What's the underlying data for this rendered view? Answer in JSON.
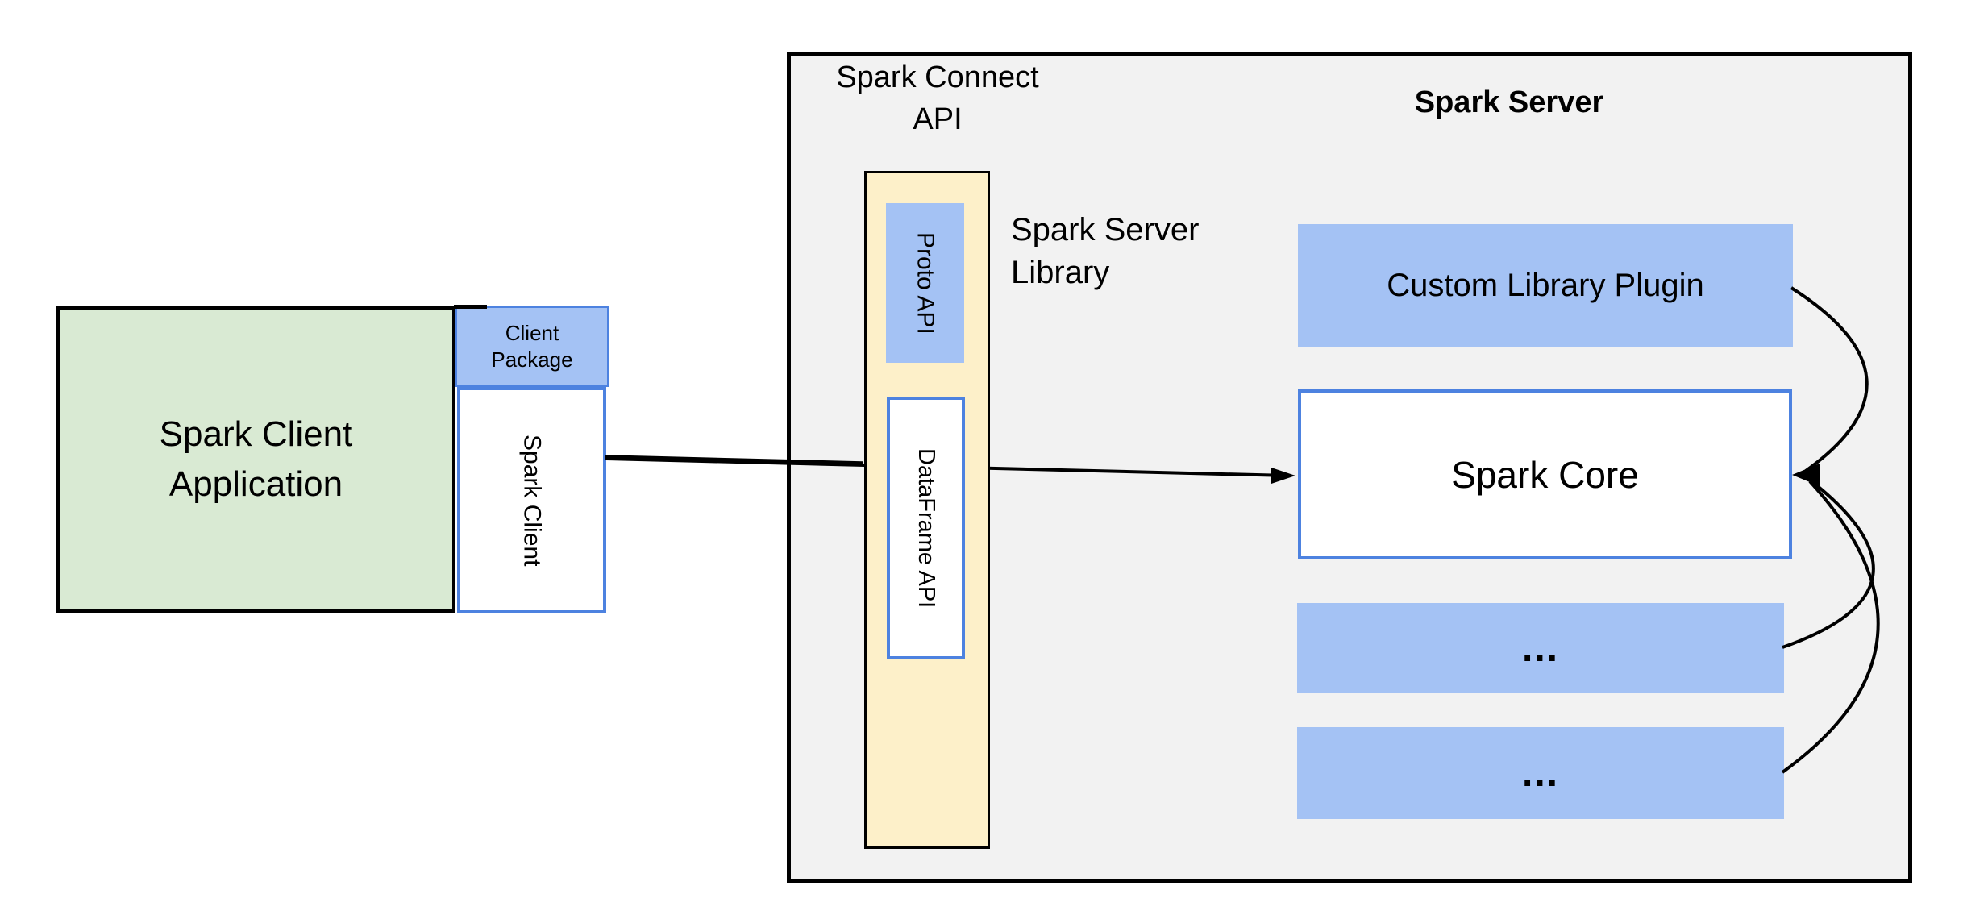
{
  "title": "Spark Connect architecture diagram",
  "colors": {
    "green_fill": "#d9ead3",
    "blue_fill": "#a4c2f4",
    "yellow_fill": "#fdf0c9",
    "gray_fill": "#f2f2f2",
    "blue_border": "#4d82e0",
    "line_black": "#000000",
    "text": "#000000",
    "canvas_bg": "#ffffff"
  },
  "client": {
    "application_label": "Spark Client\nApplication",
    "package_label": "Client\nPackage",
    "spark_client_label": "Spark Client"
  },
  "connect_api": {
    "label": "Spark Connect\nAPI"
  },
  "server": {
    "title": "Spark Server",
    "library_label": "Spark Server\nLibrary",
    "proto_api_label": "Proto API",
    "dataframe_api_label": "DataFrame API",
    "custom_plugin_label": "Custom Library Plugin",
    "core_label": "Spark Core",
    "plugin_slot1_label": "...",
    "plugin_slot2_label": "..."
  }
}
